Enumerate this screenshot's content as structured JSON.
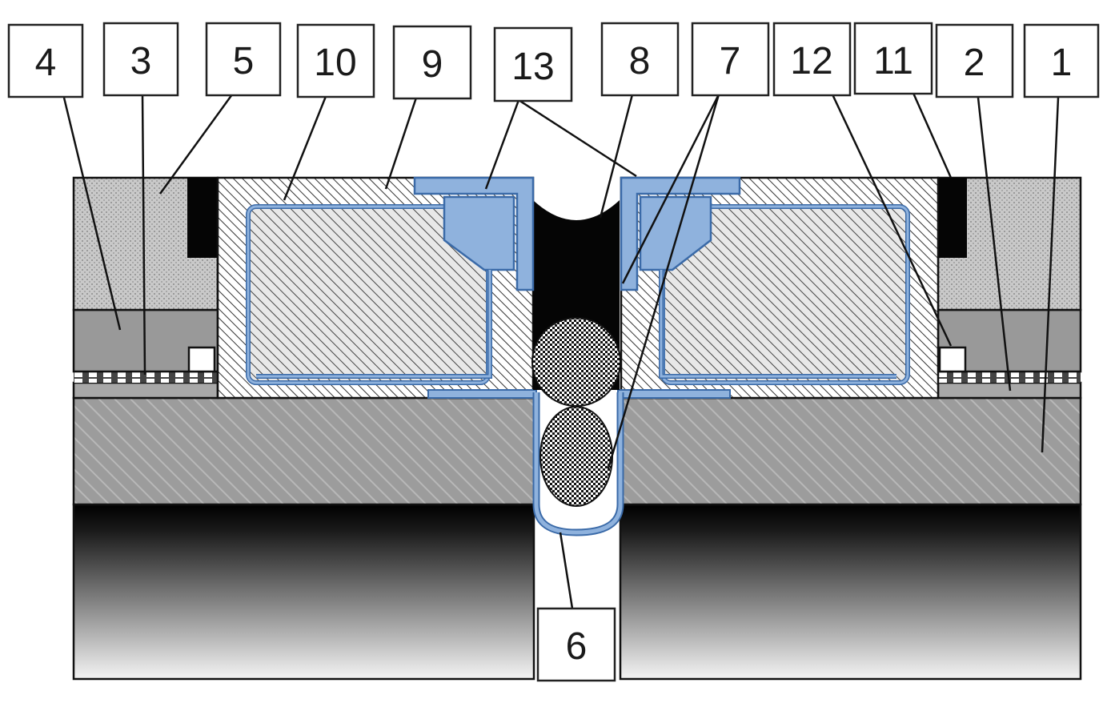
{
  "figure": {
    "callouts": [
      {
        "id": "label-4",
        "text": "4"
      },
      {
        "id": "label-3",
        "text": "3"
      },
      {
        "id": "label-5",
        "text": "5"
      },
      {
        "id": "label-10",
        "text": "10"
      },
      {
        "id": "label-9",
        "text": "9"
      },
      {
        "id": "label-13",
        "text": "13"
      },
      {
        "id": "label-8",
        "text": "8"
      },
      {
        "id": "label-7",
        "text": "7"
      },
      {
        "id": "label-12",
        "text": "12"
      },
      {
        "id": "label-11",
        "text": "11"
      },
      {
        "id": "label-2",
        "text": "2"
      },
      {
        "id": "label-1",
        "text": "1"
      },
      {
        "id": "label-6",
        "text": "6"
      }
    ],
    "colors": {
      "blue": "#8fb2dd",
      "blue_edge": "#3a6aa8",
      "gray_dark": "#9a9a9a",
      "gray_light": "#c8c8c8",
      "black": "#050505"
    }
  }
}
